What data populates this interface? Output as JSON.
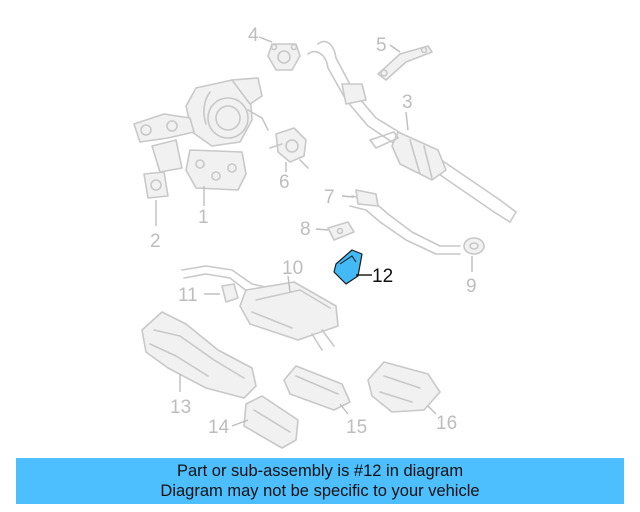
{
  "diagram": {
    "highlight_color": "#43b9f5",
    "callout_labels": [
      "1",
      "2",
      "3",
      "4",
      "5",
      "6",
      "7",
      "8",
      "9",
      "10",
      "11",
      "12",
      "13",
      "14",
      "15",
      "16"
    ],
    "highlighted_part": "12"
  },
  "banner": {
    "line1": "Part or sub-assembly is #12 in diagram",
    "line2": "Diagram may not be specific to your vehicle",
    "color": "#4dbfff"
  }
}
